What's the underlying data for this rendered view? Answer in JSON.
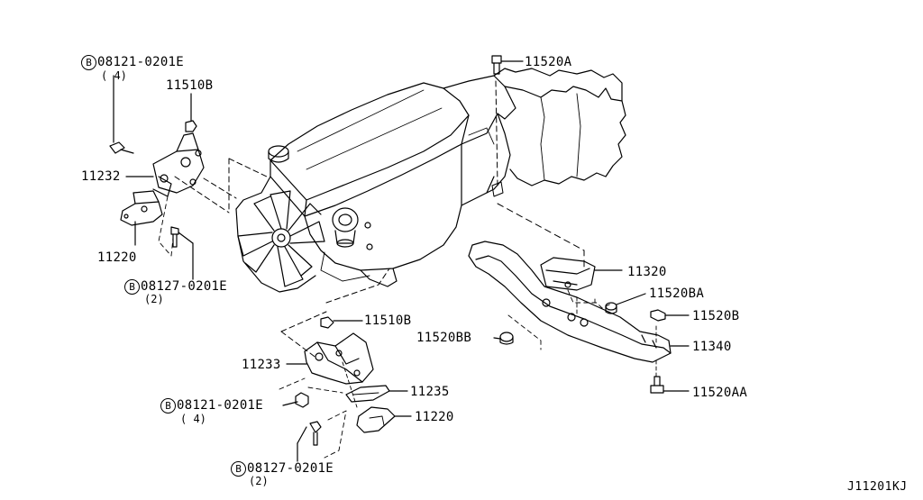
{
  "diagram_code": "J11201KJ",
  "callouts": {
    "bolt_top_left": {
      "marker": "B",
      "part": "08121-0201E",
      "qty": "( 4)"
    },
    "nut_11510b_top": "11510B",
    "part_11232": "11232",
    "part_11220_left": "11220",
    "bolt_mid_left": {
      "marker": "B",
      "part": "08127-0201E",
      "qty": "(2)"
    },
    "part_11520a": "11520A",
    "part_11320": "11320",
    "part_11520ba": "11520BA",
    "part_11520b": "11520B",
    "part_11340": "11340",
    "part_11520bb": "11520BB",
    "part_11520aa": "11520AA",
    "nut_11510b_bottom": "11510B",
    "part_11233": "11233",
    "part_11235": "11235",
    "bolt_bottom_left": {
      "marker": "B",
      "part": "08121-0201E",
      "qty": "( 4)"
    },
    "part_11220_right": "11220",
    "bolt_bottom": {
      "marker": "B",
      "part": "08127-0201E",
      "qty": "(2)"
    }
  }
}
